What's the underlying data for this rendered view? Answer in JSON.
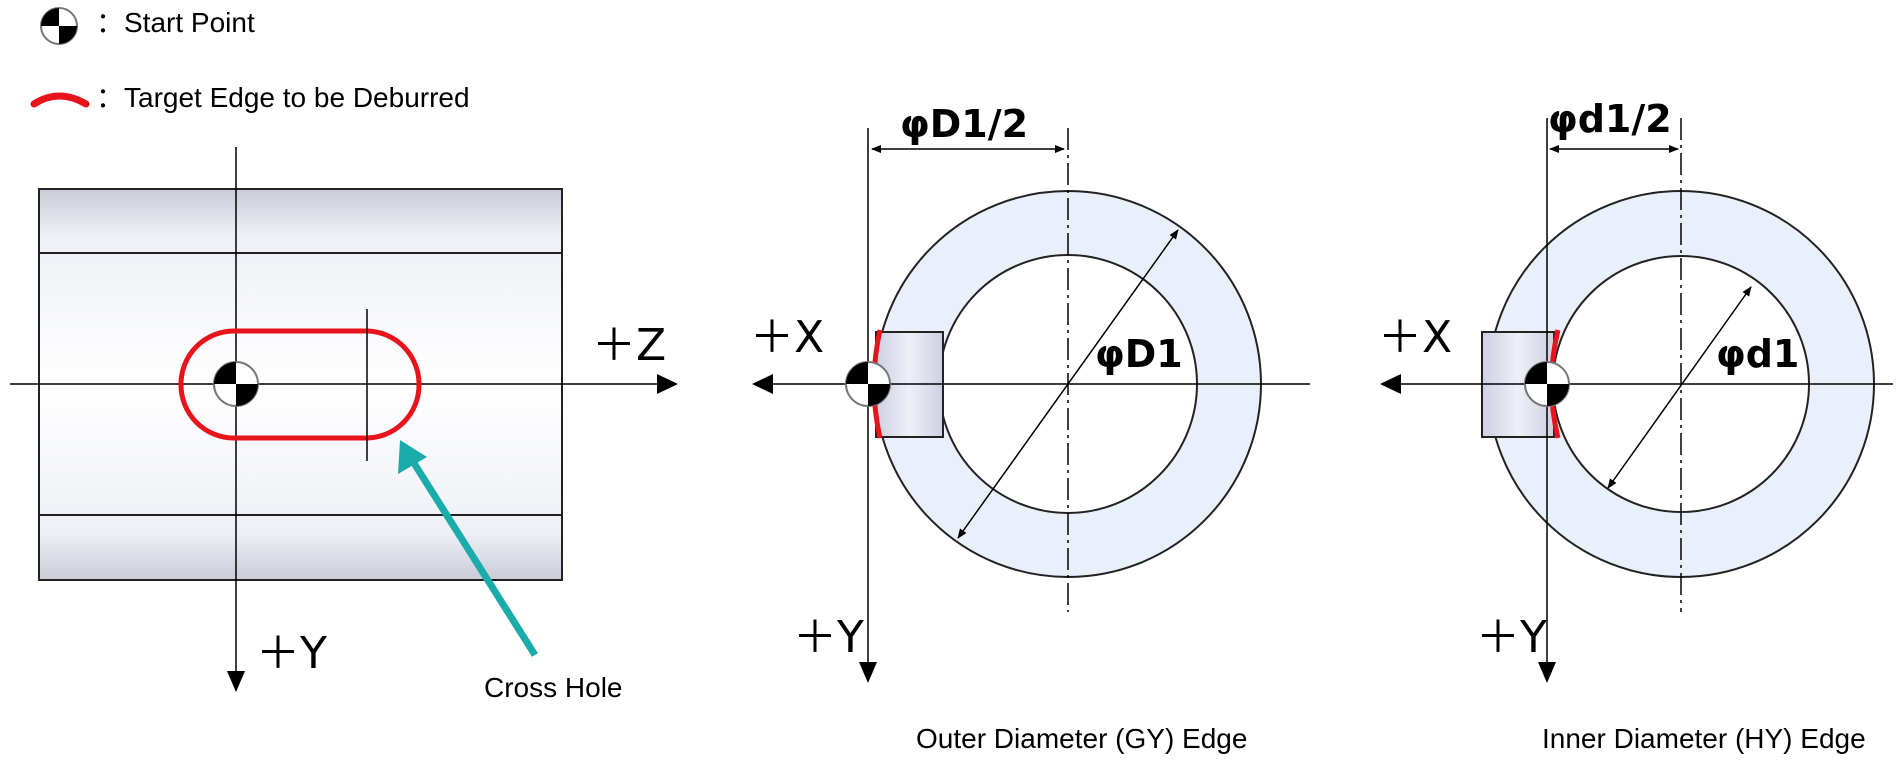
{
  "legend": {
    "start_point_label": "：Start Point",
    "target_edge_label": "：Target Edge to be Deburred"
  },
  "side_view": {
    "axis_z": "＋Z",
    "axis_y": "＋Y",
    "callout": "Cross Hole"
  },
  "outer_view": {
    "axis_x": "＋X",
    "axis_y": "＋Y",
    "dim_radius": "φD1/2",
    "dim_diameter": "φD1",
    "caption": "Outer Diameter (GY) Edge"
  },
  "inner_view": {
    "axis_x": "＋X",
    "axis_y": "＋Y",
    "dim_radius": "φd1/2",
    "dim_diameter": "φd1",
    "caption": "Inner Diameter (HY) Edge"
  },
  "colors": {
    "target_edge": "#e8141b",
    "callout_arrow": "#1aabab",
    "part_fill": "#eaf0fb"
  }
}
